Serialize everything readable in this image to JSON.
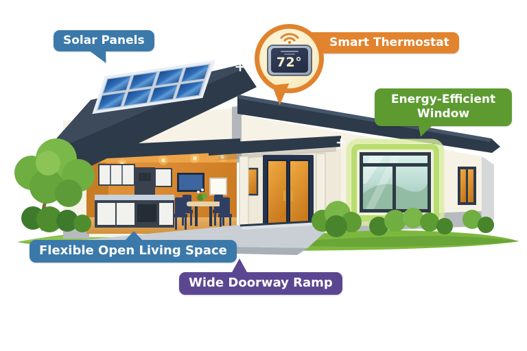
{
  "callouts": {
    "solar_panels": {
      "label": "Solar Panels",
      "color": "#3b79aa"
    },
    "smart_thermostat": {
      "label": "Smart Thermostat",
      "color": "#e2832d"
    },
    "energy_efficient_window": {
      "label": "Energy-Efficient Window",
      "color": "#5d9b31"
    },
    "flexible_open_living_space": {
      "label": "Flexible Open Living Space",
      "color": "#3b79aa"
    },
    "wide_doorway_ramp": {
      "label": "Wide Doorway Ramp",
      "color": "#5b4791"
    }
  },
  "thermostat": {
    "temperature": "72°",
    "icon": "wifi-icon",
    "bubble_fill": "#faf1cf",
    "bubble_border": "#e0832f",
    "screen_color": "#2b3750"
  },
  "illustration_colors": {
    "roof": "#2d3a4a",
    "wall": "#f6f2e6",
    "wall_base": "#b7bbc0",
    "interior_wall": "#dd8c33",
    "solar_panel": "#2a5d9e",
    "door_glass": "#e89a35",
    "window_glow": "#b9dd70",
    "grass": "#7cb83e",
    "ramp": "#c9cfd5",
    "tree": "#6fae41"
  }
}
